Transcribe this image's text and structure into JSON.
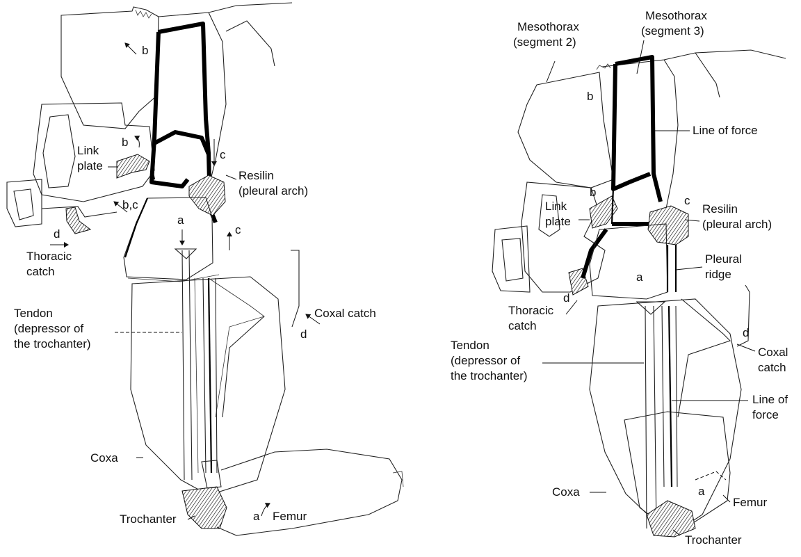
{
  "left_panel": {
    "labels": {
      "link_plate": [
        "Link",
        "plate"
      ],
      "thoracic_catch": [
        "Thoracic",
        "catch"
      ],
      "resilin": [
        "Resilin",
        "(pleural arch)"
      ],
      "tendon": [
        "Tendon",
        "(depressor of",
        "the trochanter)"
      ],
      "coxal_catch": "Coxal catch",
      "coxa": "Coxa",
      "trochanter": "Trochanter",
      "femur": "Femur"
    },
    "letters": {
      "b_top": "b",
      "b_link": "b",
      "c_upper": "c",
      "bc": "b,c",
      "a_mid": "a",
      "c_lower": "c",
      "d_thoracic": "d",
      "d_coxal": "d",
      "a_femur": "a"
    }
  },
  "right_panel": {
    "labels": {
      "mesothorax_2": [
        "Mesothorax",
        "(segment 2)"
      ],
      "mesothorax_3": [
        "Mesothorax",
        "(segment 3)"
      ],
      "line_of_force_top": "Line of force",
      "resilin": [
        "Resilin",
        "(pleural arch)"
      ],
      "link_plate": [
        "Link",
        "plate"
      ],
      "pleural_ridge": [
        "Pleural",
        "ridge"
      ],
      "thoracic_catch": [
        "Thoracic",
        "catch"
      ],
      "coxal_catch": [
        "Coxal",
        "catch"
      ],
      "tendon": [
        "Tendon",
        "(depressor of",
        "the trochanter)"
      ],
      "line_of_force_bottom": [
        "Line of",
        "force"
      ],
      "coxa": "Coxa",
      "femur": "Femur",
      "trochanter": "Trochanter"
    },
    "letters": {
      "b_top": "b",
      "b_link": "b",
      "c": "c",
      "a_mid": "a",
      "d_thoracic": "d",
      "d_coxal": "d",
      "a_femur": "a"
    }
  }
}
